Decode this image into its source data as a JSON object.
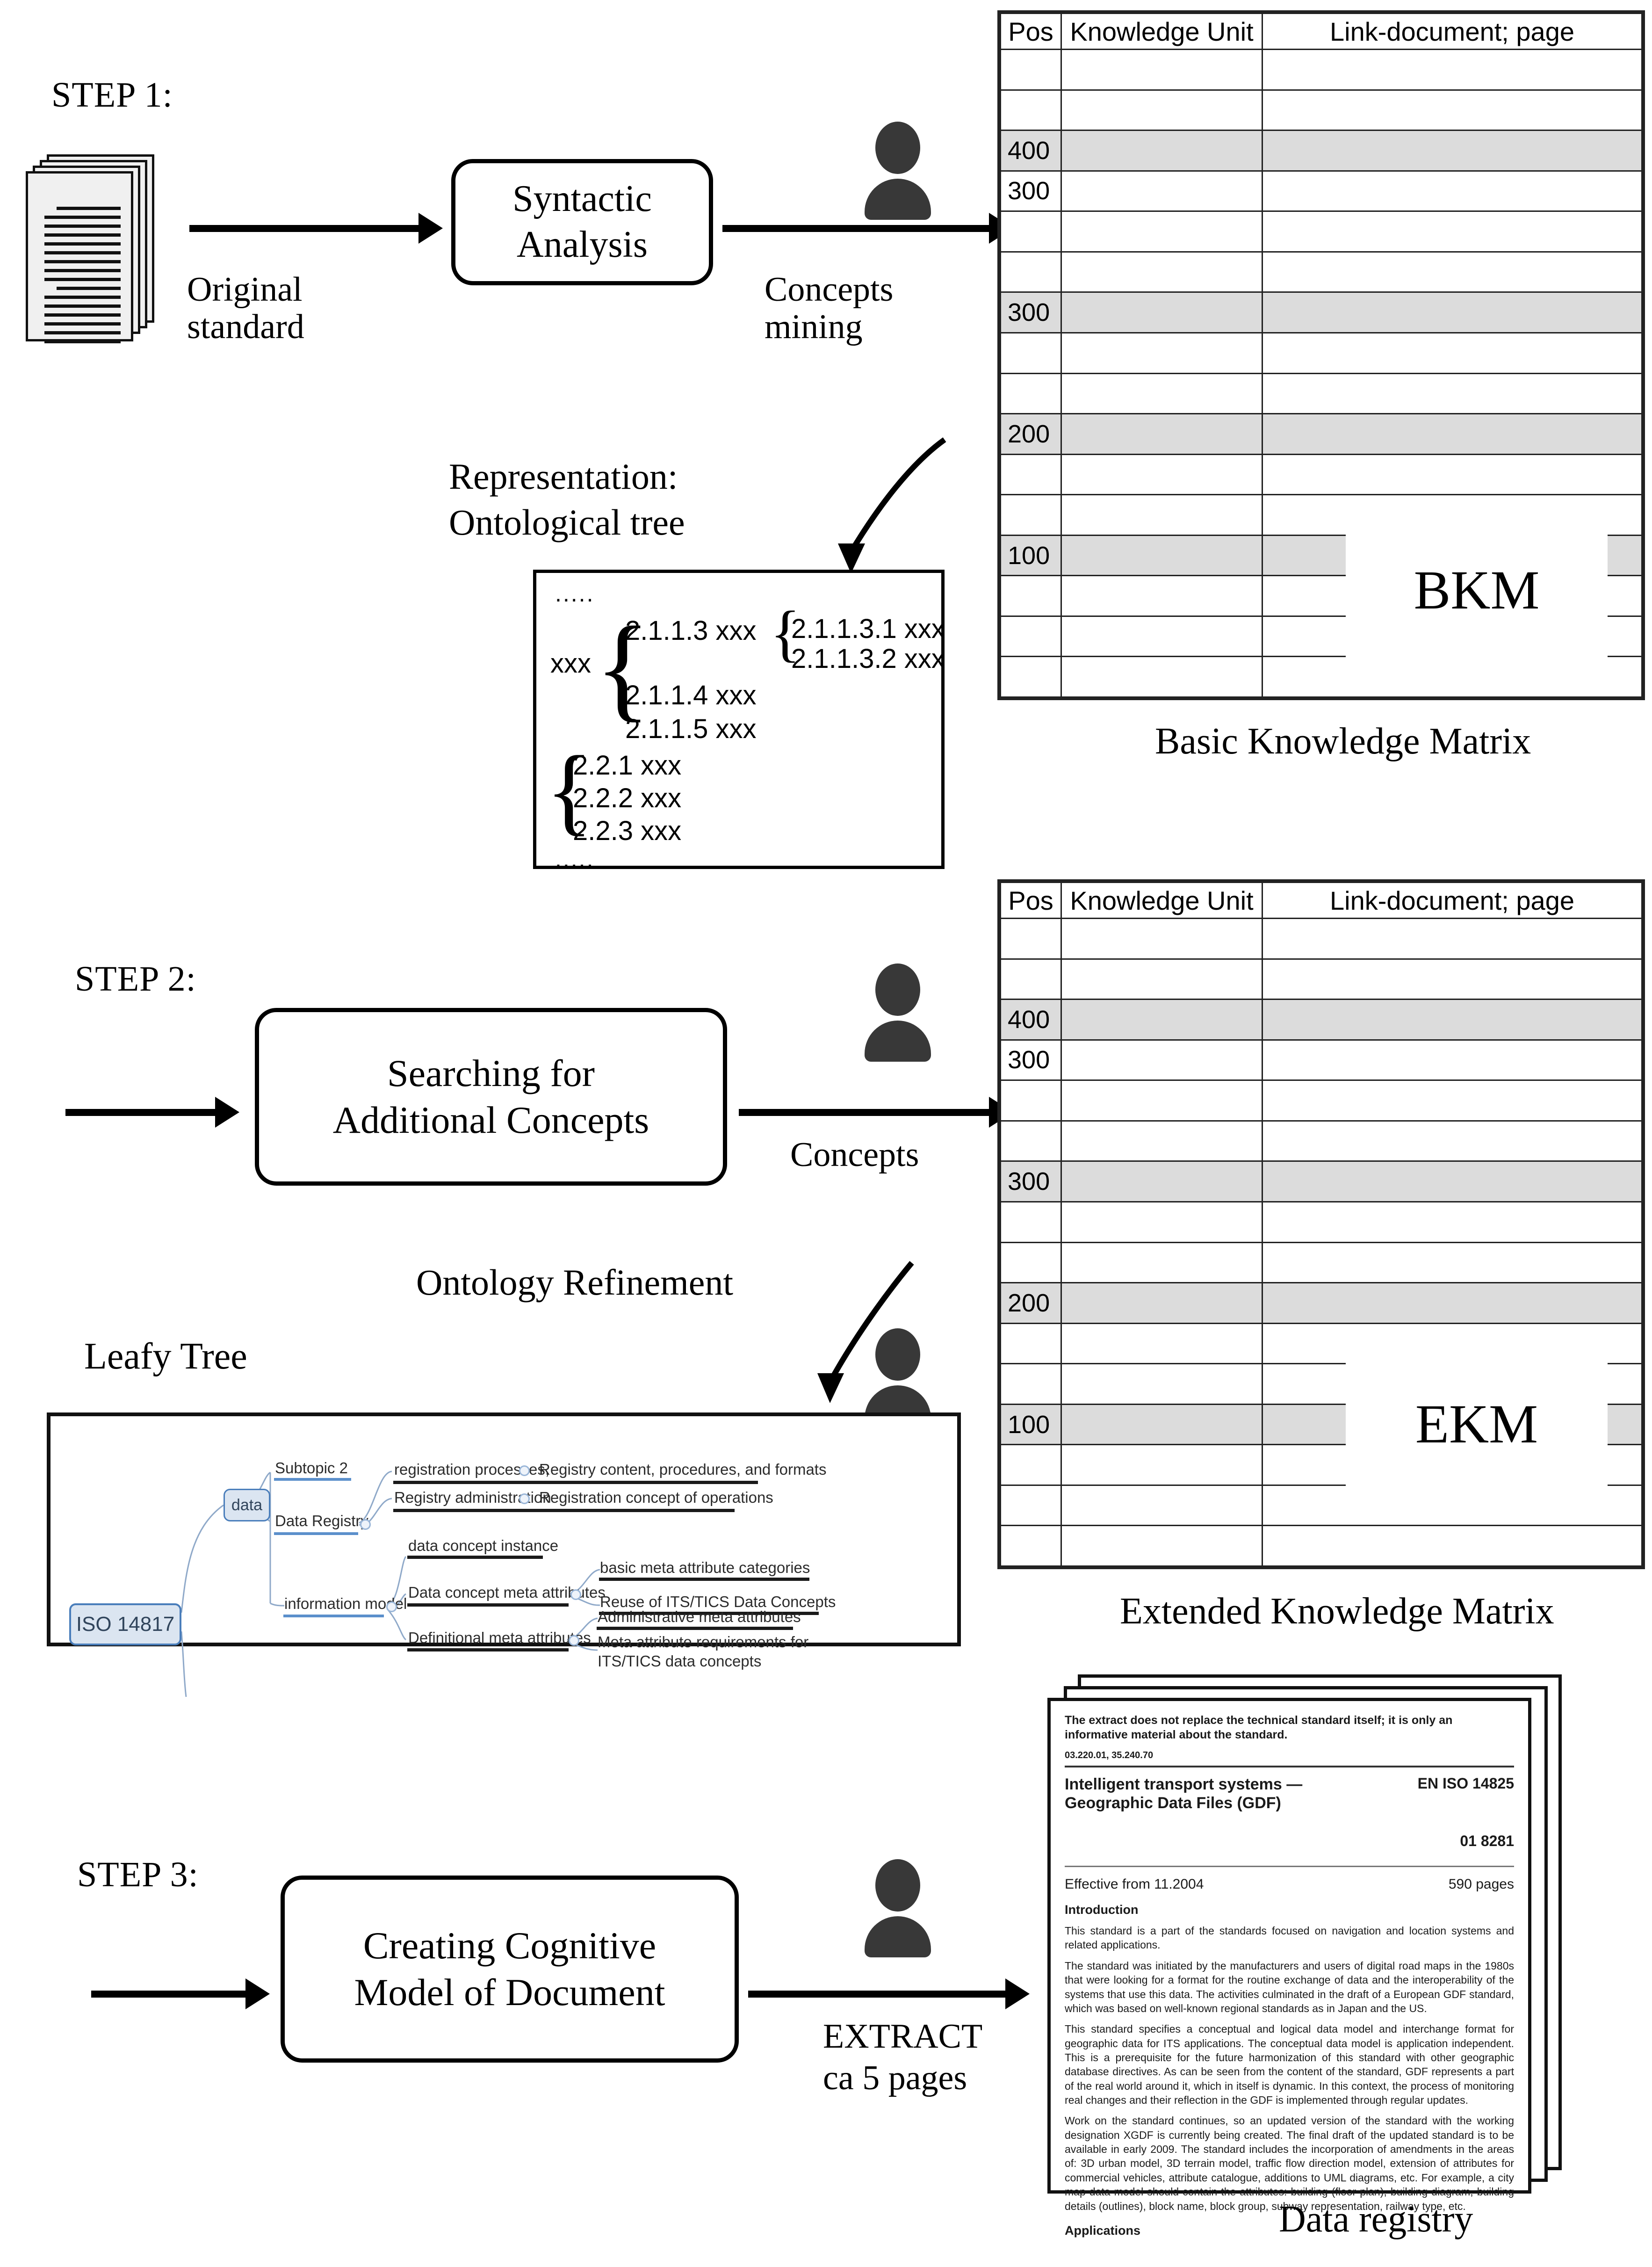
{
  "steps": {
    "step1": {
      "label": "STEP 1:",
      "process": "Syntactic\nAnalysis",
      "in_label": "Original\nstandard",
      "out_label": "Concepts\nmining"
    },
    "step2": {
      "label": "STEP 2:",
      "process": "Searching for\nAdditional Concepts",
      "out_label": "Concepts"
    },
    "step3": {
      "label": "STEP 3:",
      "process": "Creating Cognitive\nModel of Document",
      "out_label": "EXTRACT\nca 5 pages"
    }
  },
  "representation": {
    "line1": "Representation:",
    "line2": "Ontological tree"
  },
  "refinement": {
    "label": "Ontology Refinement"
  },
  "leafy_tree": {
    "label": "Leafy Tree"
  },
  "matrix": {
    "headers": [
      "Pos",
      "Knowledge Unit",
      "Link-document; page"
    ],
    "rows": [
      "",
      "",
      "400",
      "300",
      "",
      "",
      "300",
      "",
      "",
      "200",
      "",
      "",
      "100",
      "",
      "",
      ""
    ],
    "shaded_rows": [
      2,
      6,
      9,
      12
    ],
    "bkm": {
      "overlay": "BKM",
      "caption": "Basic Knowledge Matrix"
    },
    "ekm": {
      "overlay": "EKM",
      "caption": "Extended Knowledge Matrix"
    }
  },
  "ontological_tree": {
    "top_dots": ".....",
    "bottom_dots": ".....",
    "root": "xxx",
    "level2": [
      "2.1.1.3 xxx",
      "2.1.1.4 xxx",
      "2.1.1.5 xxx"
    ],
    "level3": [
      "2.1.1.3.1 xxx",
      "2.1.1.3.2 xxx"
    ],
    "group2": [
      "2.2.1 xxx",
      "2.2.2 xxx",
      "2.2.3 xxx"
    ]
  },
  "mindmap": {
    "root": "ISO 14817",
    "data_node": "data",
    "subtopic": "Subtopic 2",
    "data_registry": "Data Registry",
    "registration_processes": "registration processes,",
    "registry_content": "Registry content, procedures, and formats",
    "registry_administration": "Registry administration",
    "registration_concept": "Registration concept of operations",
    "data_concept_instance": "data concept instance",
    "information_model": "information model",
    "data_concept_meta": "Data concept meta attributes",
    "basic_meta": "basic meta attribute categories",
    "reuse_its": "Reuse of ITS/TICS Data Concepts",
    "definitional_meta": "Definitional meta attributes",
    "administrative_meta": "Administrative meta attributes",
    "meta_requirements": "Meta attribute requirements for ITS/TICS data concepts"
  },
  "extract_doc": {
    "note": "The extract does not replace the technical standard itself; it is only an informative material about the standard.",
    "code": "03.220.01, 35.240.70",
    "title": "Intelligent transport systems — Geographic Data Files (GDF)",
    "standard": "EN ISO 14825",
    "number": "01 8281",
    "effective": "Effective from 11.2004",
    "pages": "590 pages",
    "intro_heading": "Introduction",
    "paragraphs": [
      "This standard is a part of the standards focused on navigation and location systems and related applications.",
      "The standard was initiated by the manufacturers and users of digital road maps in the 1980s that were looking for a format for the routine exchange of data and the interoperability of the systems that use this data. The activities culminated in the draft of a European GDF standard, which was based on well-known regional standards as in Japan and the US.",
      "This standard specifies a conceptual and logical data model and interchange format for geographic data for ITS applications. The conceptual data model is application independent. This is a prerequisite for the future harmonization of this standard with other geographic database directives. As can be seen from the content of the standard, GDF represents a part of the real world around it, which in itself is dynamic. In this context, the process of monitoring real changes and their reflection in the GDF is implemented through regular updates.",
      "Work on the standard continues, so an updated version of the standard with the working designation XGDF is currently being created. The final draft of the updated standard is to be available in early 2009. The standard includes the incorporation of amendments in the areas of: 3D urban model, 3D terrain model, traffic flow direction model, extension of attributes for commercial vehicles, attribute catalogue, additions to UML diagrams, etc. For example, a city map data model should contain the attributes: building (floor plan), building diagram, building details (outlines), block name, block group, subway representation, railway type, etc."
    ],
    "applications_heading": "Applications",
    "caption": "Data registry"
  },
  "colors": {
    "accent_blue": "#4a7ebb",
    "node_fill": "#dbe5f1",
    "shade_gray": "#dcdcdc",
    "person_dark": "#383838"
  }
}
